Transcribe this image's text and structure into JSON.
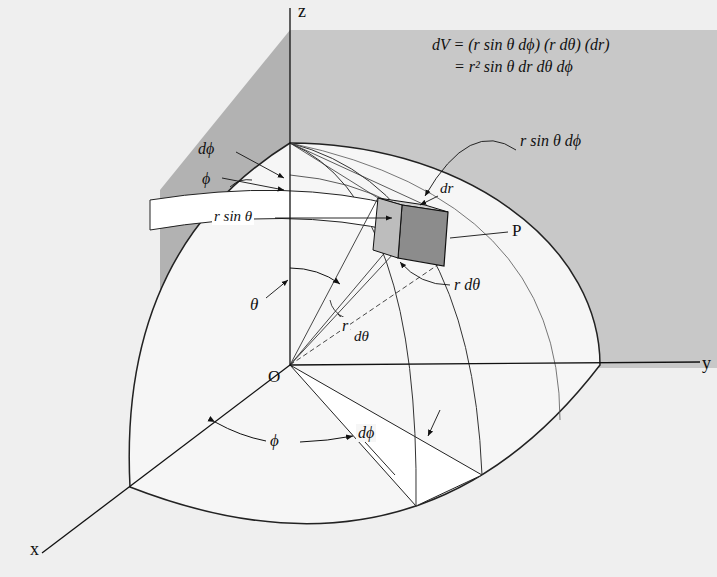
{
  "diagram": {
    "labels": [
      "z",
      "dV = (r sin θ dϕ) (r dθ) (dr)",
      "= r² sin θ dr dθ dϕ",
      "r sin θ dϕ",
      "dϕ",
      "ϕ",
      "dr",
      "r sin θ",
      "P",
      "r dθ",
      "θ",
      "r",
      "dθ",
      "O",
      "y",
      "ϕ",
      "dϕ",
      "x"
    ]
  }
}
